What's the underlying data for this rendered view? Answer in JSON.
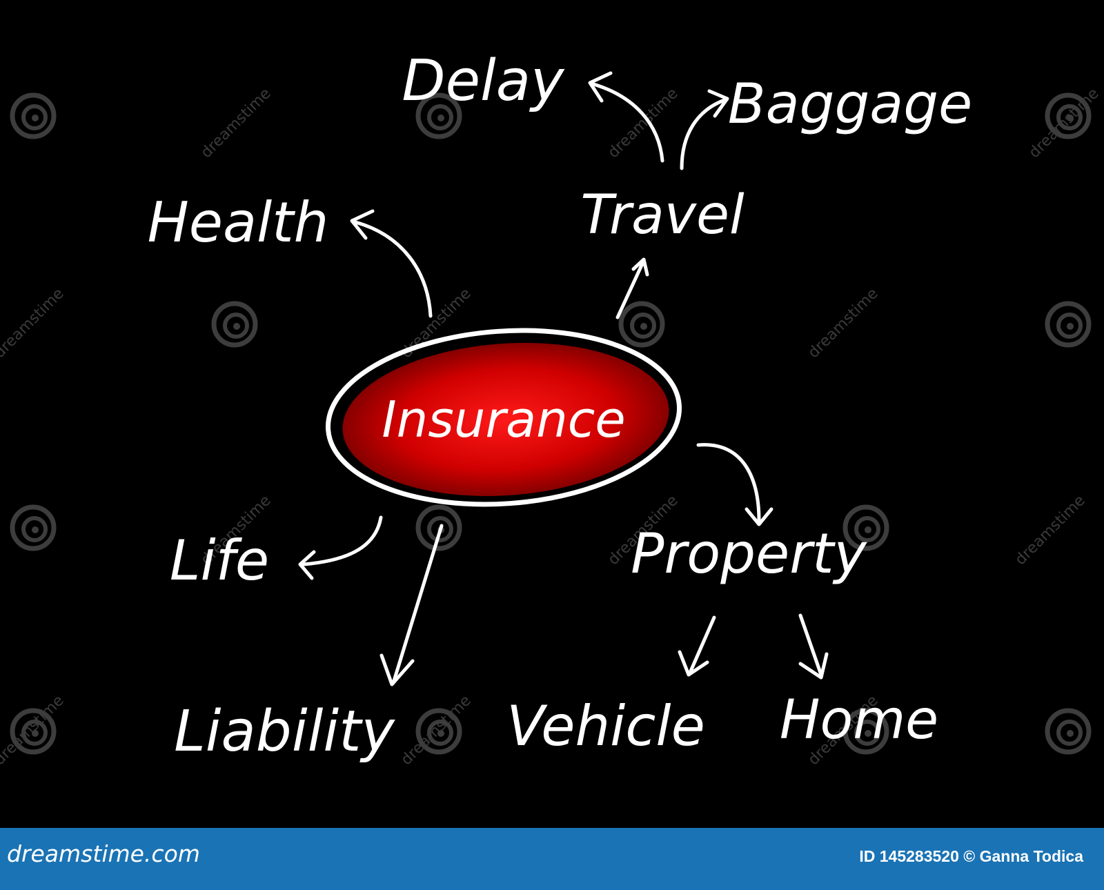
{
  "diagram": {
    "center": "Insurance",
    "nodes": {
      "health": "Health",
      "travel": "Travel",
      "delay": "Delay",
      "baggage": "Baggage",
      "life": "Life",
      "liability": "Liability",
      "property": "Property",
      "vehicle": "Vehicle",
      "home": "Home"
    },
    "edges": [
      [
        "Insurance",
        "Health"
      ],
      [
        "Insurance",
        "Travel"
      ],
      [
        "Travel",
        "Delay"
      ],
      [
        "Travel",
        "Baggage"
      ],
      [
        "Insurance",
        "Life"
      ],
      [
        "Insurance",
        "Liability"
      ],
      [
        "Insurance",
        "Property"
      ],
      [
        "Property",
        "Vehicle"
      ],
      [
        "Property",
        "Home"
      ]
    ],
    "colors": {
      "background": "#000000",
      "center_fill": "#e00000",
      "text": "#ffffff",
      "footer": "#1a73b4"
    }
  },
  "watermark": {
    "text": "dreamstime"
  },
  "footer": {
    "brand": "dreamstime.com",
    "credit": "ID 145283520 © Ganna Todica"
  }
}
